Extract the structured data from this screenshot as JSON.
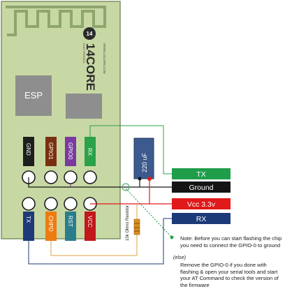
{
  "board": {
    "chip_label": "ESP",
    "logo_text": "14CORE",
    "logo_badge": "14",
    "logo_sub": "WWW.14CORE.COM",
    "logo_tagline": "ELECTRONICS"
  },
  "pins": {
    "top": [
      {
        "label": "GND",
        "color": "#1e1e1e"
      },
      {
        "label": "GPIO1",
        "color": "#7a3010"
      },
      {
        "label": "GPIO0",
        "color": "#7a3aa0"
      },
      {
        "label": "RX",
        "color": "#2aa14a"
      }
    ],
    "bottom": [
      {
        "label": "TX",
        "color": "#1e3a78"
      },
      {
        "label": "CHPD",
        "color": "#ee7b10"
      },
      {
        "label": "RST",
        "color": "#2a7e8c"
      },
      {
        "label": "VCC",
        "color": "#c0181c"
      }
    ]
  },
  "capacitor": {
    "label": "220 uF",
    "color": "#3c5a8e"
  },
  "resistor": {
    "label": "10k Ohms Resistor",
    "color": "#d8901e"
  },
  "outputs": [
    {
      "label": "TX",
      "bg": "#1f9e4a",
      "text_color": "#ffffff"
    },
    {
      "label": "Ground",
      "bg": "#141414",
      "text_color": "#ffffff"
    },
    {
      "label": "Vcc 3.3v",
      "bg": "#e01a1a",
      "text_color": "#ffffff"
    },
    {
      "label": "RX",
      "bg": "#1c3a78",
      "text_color": "#ffffff"
    }
  ],
  "notes": {
    "note1": "Note: Before you can start flashing the chip you need to connect the GPIO-0 to ground",
    "else_label": "(else)",
    "note2": "Remove the GPIO-0 if you done with flashing & open your serial tools and start your AT Command to check the version of the firmware"
  },
  "colors": {
    "board": "#c8d8a4",
    "board_border": "#7d8f62",
    "wire_green": "#2aa14a",
    "wire_black": "#141414",
    "wire_red": "#e01a1a",
    "wire_blue": "#1c3a78",
    "wire_orange": "#e0a040",
    "dotted": "#3aa65a"
  }
}
